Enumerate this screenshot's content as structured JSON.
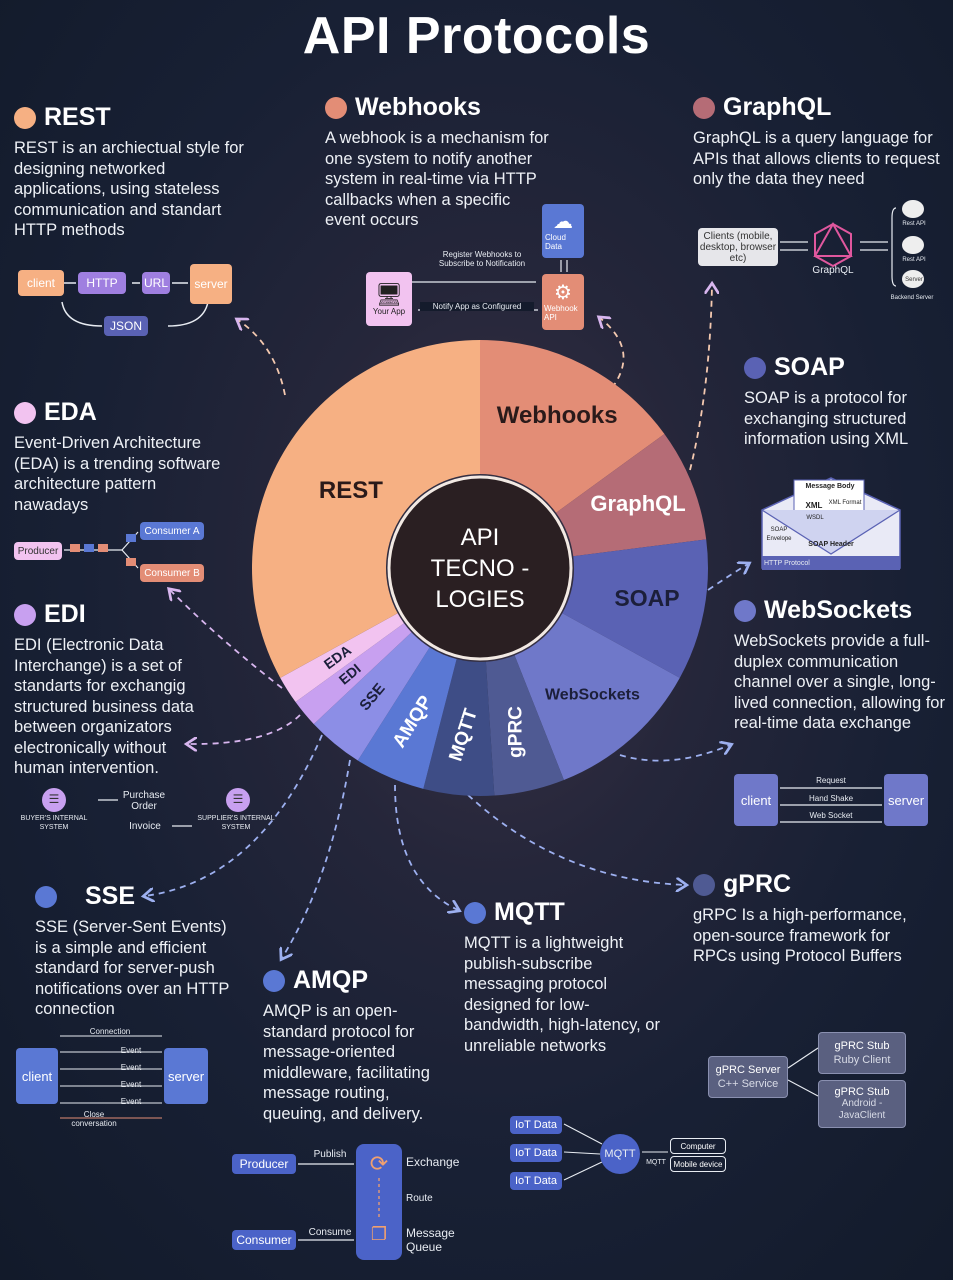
{
  "title": "API Protocols",
  "colors": {
    "rest": "#f6b083",
    "webhooks": "#e38d76",
    "graphql": "#b56c76",
    "soap": "#5a62b4",
    "websockets": "#6f78c9",
    "grpc": "#4f5a93",
    "mqtt": "#3e4d86",
    "amqp": "#5a78d4",
    "sse": "#8c8ee6",
    "edi": "#c8a0f0",
    "eda": "#f2c3f0"
  },
  "center": {
    "line1": "API",
    "line2": "TECNO -",
    "line3": "LOGIES"
  },
  "chart_data": {
    "type": "pie",
    "slices": [
      {
        "name": "Webhooks",
        "value": 15
      },
      {
        "name": "GraphQL",
        "value": 8
      },
      {
        "name": "SOAP",
        "value": 10
      },
      {
        "name": "WebSockets",
        "value": 11
      },
      {
        "name": "gPRC",
        "value": 5
      },
      {
        "name": "MQTT",
        "value": 5
      },
      {
        "name": "AMQP",
        "value": 5
      },
      {
        "name": "SSE",
        "value": 4
      },
      {
        "name": "EDI",
        "value": 2
      },
      {
        "name": "EDA",
        "value": 2
      },
      {
        "name": "REST",
        "value": 33
      }
    ]
  },
  "sections": {
    "rest": {
      "title": "REST",
      "text": "REST is an archiectual style for designing networked applications, using stateless communication and standart HTTP methods"
    },
    "webhooks": {
      "title": "Webhooks",
      "text": "A webhook is a mechanism for one system to notify another system in real-time via HTTP callbacks when a specific event occurs"
    },
    "graphql": {
      "title": "GraphQL",
      "text": "GraphQL is a query language for APIs that allows clients to request only the data they need"
    },
    "soap": {
      "title": "SOAP",
      "text": "SOAP is a protocol for exchanging structured information using XML"
    },
    "eda": {
      "title": "EDA",
      "text": "Event-Driven Architecture (EDA) is a trending software architecture pattern nawadays"
    },
    "edi": {
      "title": "EDI",
      "text": "EDI (Electronic Data Interchange) is a set of standarts for exchangig structured business data between organizators electronically without human intervention."
    },
    "websockets": {
      "title": "WebSockets",
      "text": "WebSockets provide a full-duplex communication channel over a single, long-lived connection, allowing for real-time data exchange"
    },
    "sse": {
      "title": "SSE",
      "text": "SSE (Server-Sent Events) is a simple and efficient standard for server-push notifications over an HTTP connection"
    },
    "amqp": {
      "title": "AMQP",
      "text": "AMQP is an open-standard protocol for message-oriented middleware, facilitating message routing, queuing, and delivery."
    },
    "mqtt": {
      "title": "MQTT",
      "text": "MQTT is a lightweight publish-subscribe messaging protocol designed for low-bandwidth, high-latency, or unreliable networks"
    },
    "grpc": {
      "title": "gPRC",
      "text": "gRPC Is a high-performance, open-source framework for RPCs using Protocol Buffers"
    }
  },
  "diagrams": {
    "rest": {
      "client": "client",
      "http": "HTTP",
      "url": "URL",
      "server": "server",
      "json": "JSON"
    },
    "webhooks": {
      "your_app": "Your App",
      "cloud": "Cloud Data",
      "webhook_api": "Webhook API",
      "register": "Register Webhooks to Subscribe to Notification",
      "notify": "Notify App as Configured"
    },
    "graphql": {
      "clients": "Clients (mobile, desktop, browser etc)",
      "center": "GraphQL",
      "api1": "Rest API",
      "api2": "Rest API",
      "server": "Server",
      "backend": "Backend Server"
    },
    "soap": {
      "body": "Message Body",
      "xml": "XML",
      "xml_format": "XML Format",
      "wsdl": "WSDL",
      "envelope": "SOAP Envelope",
      "header": "SOAP Header",
      "protocol": "HTTP Protocol"
    },
    "eda": {
      "producer": "Producer",
      "consumer_a": "Consumer A",
      "consumer_b": "Consumer B"
    },
    "edi": {
      "buyer": "BUYER'S INTERNAL SYSTEM",
      "supplier": "SUPPLIER'S INTERNAL SYSTEM",
      "po": "Purchase Order",
      "invoice": "Invoice"
    },
    "websockets": {
      "client": "client",
      "server": "server",
      "request": "Request",
      "handshake": "Hand Shake",
      "websocket": "Web Socket"
    },
    "sse": {
      "client": "client",
      "server": "server",
      "connection": "Connection",
      "event": "Event",
      "close": "Close conversation"
    },
    "amqp": {
      "producer": "Producer",
      "consumer": "Consumer",
      "publish": "Publish",
      "exchange": "Exchange",
      "route": "Route",
      "consume": "Consume",
      "queue": "Message Queue"
    },
    "mqtt": {
      "iot1": "IoT Data",
      "iot2": "IoT Data",
      "iot3": "IoT Data",
      "broker": "MQTT",
      "edge": "MQTT",
      "computer": "Computer",
      "mobile": "Mobile device"
    },
    "grpc": {
      "server": "gPRC Server",
      "server_sub": "C++ Service",
      "stub1": "gPRC Stub",
      "stub1_sub": "Ruby Client",
      "stub2": "gPRC Stub",
      "stub2_sub": "Android - JavaClient"
    }
  }
}
